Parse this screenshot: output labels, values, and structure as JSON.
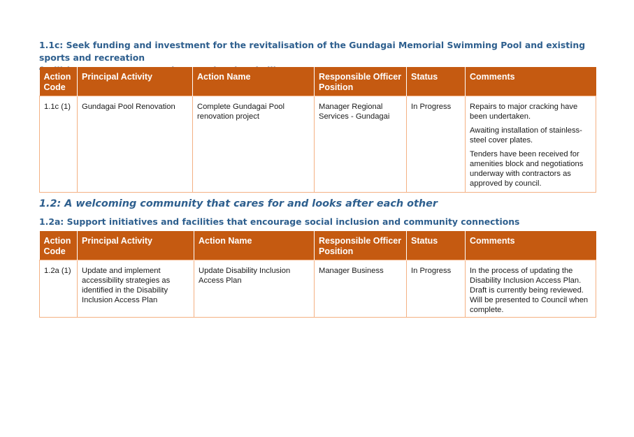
{
  "section_1_1c": {
    "heading_line1": "1.1c: Seek funding and investment for the revitalisation of the Gundagai Memorial Swimming Pool and existing sports and recreation",
    "heading_line2": "facilities across Cootamundra, Gundagai and villages",
    "headers": [
      "Action Code",
      "Principal Activity",
      "Action Name",
      "Responsible Officer Position",
      "Status",
      "Comments"
    ],
    "row": {
      "code": "1.1c (1)",
      "activity": "Gundagai Pool Renovation",
      "action_name": "Complete Gundagai Pool renovation project",
      "officer": "Manager Regional Services - Gundagai",
      "status": "In Progress",
      "comments": [
        "Repairs to major cracking have been undertaken.",
        "Awaiting installation of stainless-steel cover plates.",
        "Tenders have been received for amenities block and negotiations underway with contractors as approved by council."
      ]
    }
  },
  "section_1_2": {
    "heading": "1.2: A welcoming community that cares for and looks after each other"
  },
  "section_1_2a": {
    "heading": "1.2a: Support initiatives and facilities that encourage social inclusion and community connections",
    "headers": [
      "Action Code",
      "Principal Activity",
      "Action Name",
      "Responsible Officer Position",
      "Status",
      "Comments"
    ],
    "row": {
      "code": "1.2a (1)",
      "activity": "Update and implement accessibility strategies as identified in the Disability Inclusion Access Plan",
      "action_name": "Update Disability Inclusion Access Plan",
      "officer": "Manager Business",
      "status": "In Progress",
      "comments": "In the process of updating the Disability Inclusion Access Plan. Draft is currently being reviewed. Will be presented to Council when complete."
    }
  }
}
